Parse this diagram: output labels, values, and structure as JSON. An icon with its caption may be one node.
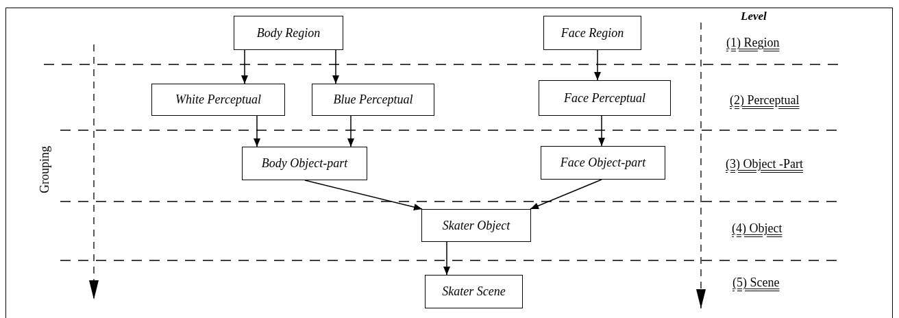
{
  "diagram": {
    "nodes": [
      {
        "text": [
          "Body Region"
        ]
      },
      {
        "text": [
          "Face Region"
        ]
      },
      {
        "text": [
          "White Perceptual"
        ]
      },
      {
        "text": [
          "Blue Perceptual"
        ]
      },
      {
        "text": [
          "Face Perceptual"
        ]
      },
      {
        "text": [
          "Body Object-part"
        ]
      },
      {
        "text": [
          "Face Object-part"
        ]
      },
      {
        "text": [
          "Skater Object"
        ]
      },
      {
        "text": [
          "Skater Scene"
        ]
      }
    ],
    "edges": [
      {
        "from": 0,
        "to": 2,
        "arrow": "to"
      },
      {
        "from": 0,
        "to": 3,
        "arrow": "to"
      },
      {
        "from": 1,
        "to": 4,
        "arrow": "to"
      },
      {
        "from": 2,
        "to": 5,
        "arrow": "to"
      },
      {
        "from": 3,
        "to": 5,
        "arrow": "to"
      },
      {
        "from": 4,
        "to": 6,
        "arrow": "to"
      },
      {
        "from": 5,
        "to": 7,
        "arrow": "to"
      },
      {
        "from": 6,
        "to": 7,
        "arrow": "to"
      },
      {
        "from": 7,
        "to": 8,
        "arrow": "to"
      }
    ],
    "labels": [
      "Level",
      "(1) Region",
      "(2) Perceptual",
      "(3) Object -Part",
      "(4) Object",
      "(5) Scene",
      "Grouping"
    ]
  }
}
